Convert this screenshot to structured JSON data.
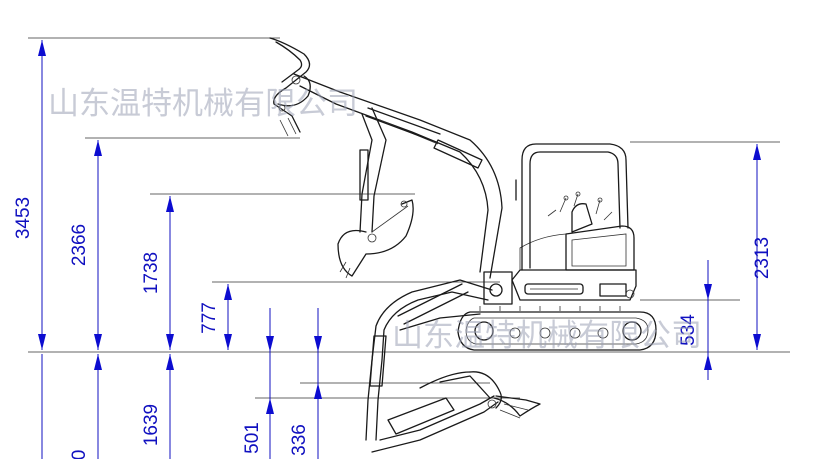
{
  "watermark": {
    "text_top": "山东温特机械有限公司",
    "text_bottom": "山东温特机械有限公司"
  },
  "dimensions": {
    "max_dig_height": "3453",
    "max_dump_height": "2366",
    "dump_height_mid": "1738",
    "dump_height_low": "777",
    "cab_height": "2313",
    "blade_height": "534",
    "ground_zero": "0",
    "max_dig_depth": "1639",
    "blade_depth": "501",
    "blade_dig": "336"
  },
  "colors": {
    "dimension": "#1010c0",
    "drawing": "#1a1a1a",
    "watermark": "#9aa0b4"
  }
}
